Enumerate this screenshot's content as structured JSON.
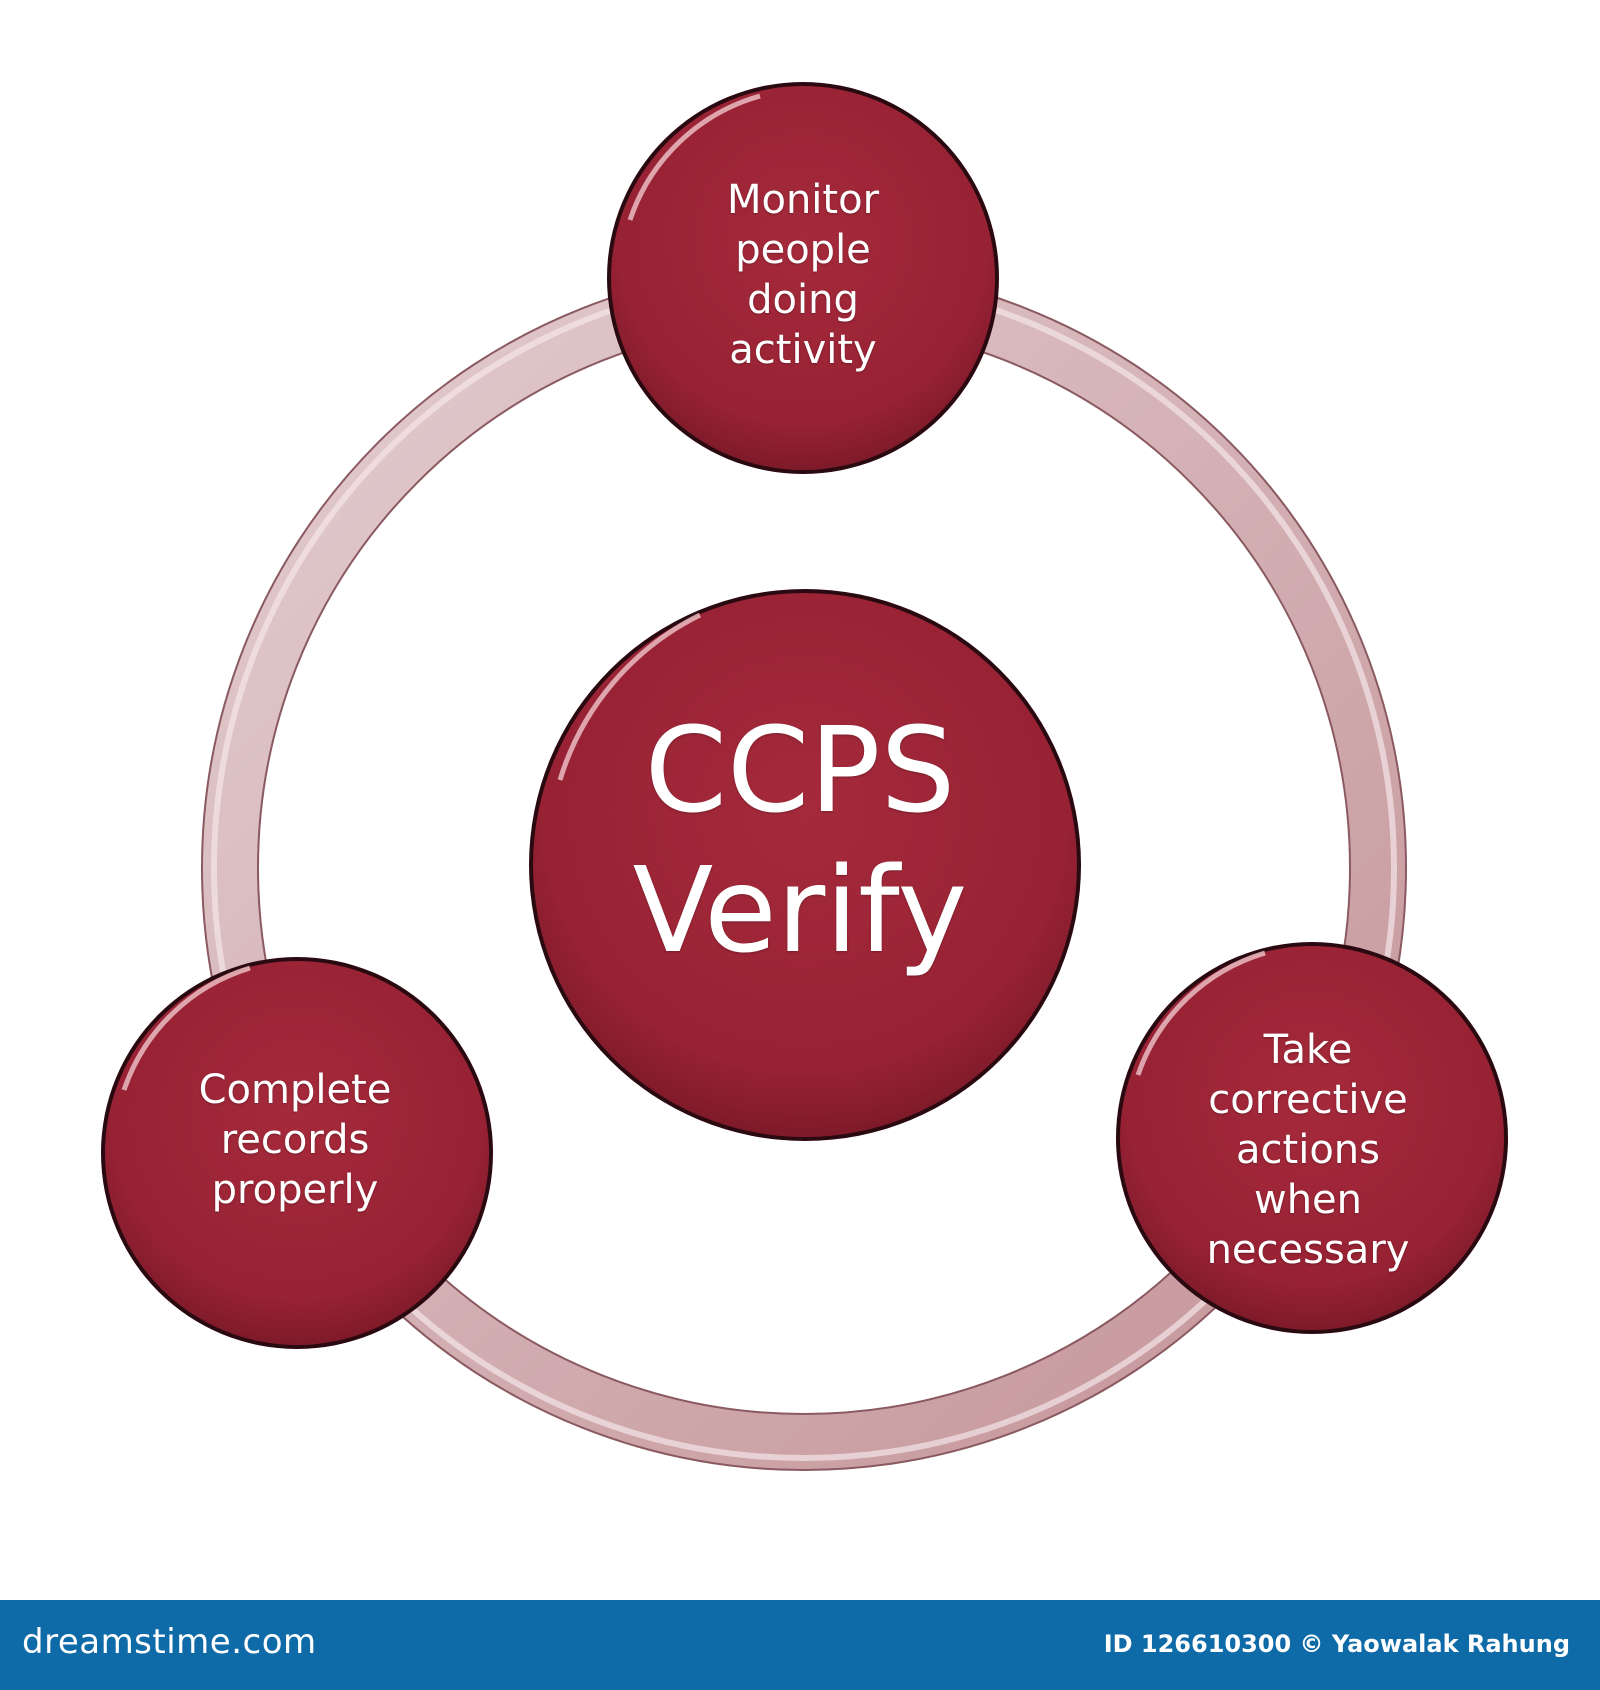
{
  "diagram": {
    "center": {
      "lines": [
        "CCPS",
        "Verify"
      ]
    },
    "nodes": [
      {
        "id": "top",
        "lines": [
          "Monitor",
          "people",
          "doing",
          "activity"
        ]
      },
      {
        "id": "right",
        "lines": [
          "Take",
          "corrective",
          "actions",
          "when",
          "necessary"
        ]
      },
      {
        "id": "left",
        "lines": [
          "Complete",
          "records",
          "properly"
        ]
      }
    ],
    "colors": {
      "node_fill": "#9b2535",
      "ring": "#c9a2a6",
      "ring_stroke": "#8a5a60"
    }
  },
  "footer": {
    "logo": "dreamstime.com",
    "credit": "ID 126610300 © Yaowalak Rahung"
  }
}
